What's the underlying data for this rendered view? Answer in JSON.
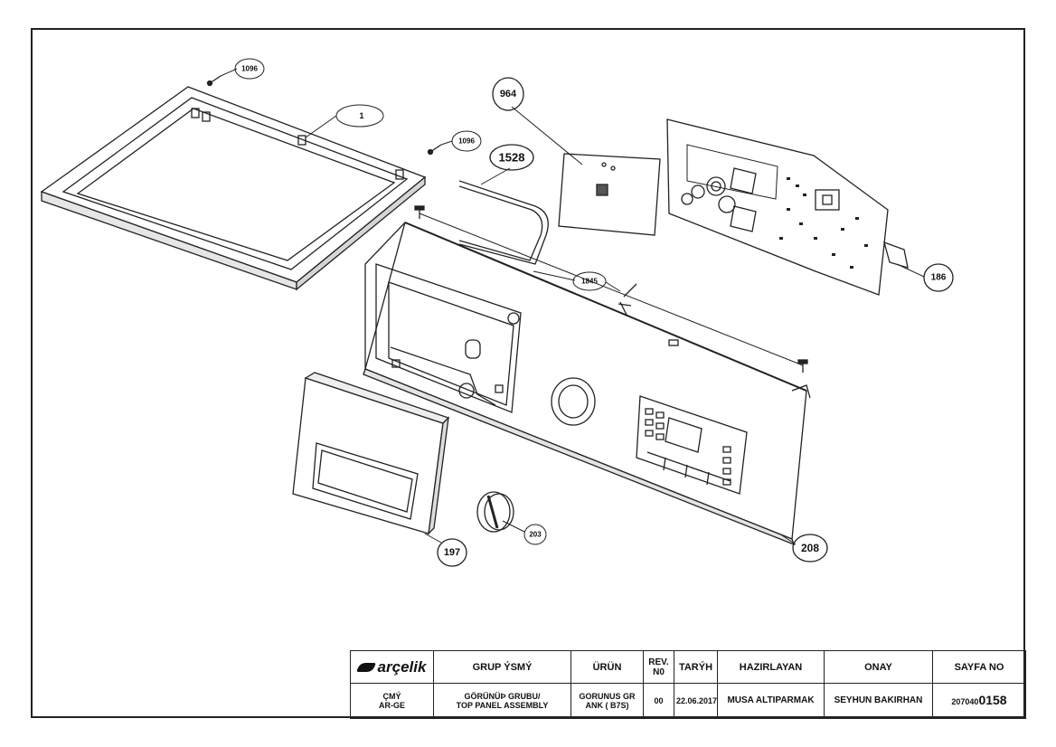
{
  "drawing": {
    "callouts": [
      {
        "id": "c1096a",
        "label": "1096"
      },
      {
        "id": "c1",
        "label": "1"
      },
      {
        "id": "c1096b",
        "label": "1096"
      },
      {
        "id": "c964",
        "label": "964"
      },
      {
        "id": "c1528",
        "label": "1528"
      },
      {
        "id": "c1845",
        "label": "1845"
      },
      {
        "id": "c186",
        "label": "186"
      },
      {
        "id": "c197",
        "label": "197"
      },
      {
        "id": "c203",
        "label": "203"
      },
      {
        "id": "c208",
        "label": "208"
      }
    ]
  },
  "title_block": {
    "logo": "arçelik",
    "headers": {
      "group_name": "GRUP ÝSMÝ",
      "product": "ÜRÜN",
      "rev_no": "REV. N0",
      "date": "TARÝH",
      "prepared_by": "HAZIRLAYAN",
      "approval": "ONAY",
      "page_no": "SAYFA NO"
    },
    "values": {
      "code_line1": "ÇMÝ",
      "code_line2": "AR-GE",
      "group_name_line1": "GÖRÜNÜÞ GRUBU/",
      "group_name_line2": "TOP PANEL ASSEMBLY",
      "product_line1": "GORUNUS GR",
      "product_line2": "ANK ( B7S)",
      "rev_no": "00",
      "date": "22.06.2017",
      "prepared_by": "MUSA ALTIPARMAK",
      "approval": "SEYHUN BAKIRHAN",
      "page_prefix": "207040",
      "page_suffix": "0158"
    }
  }
}
